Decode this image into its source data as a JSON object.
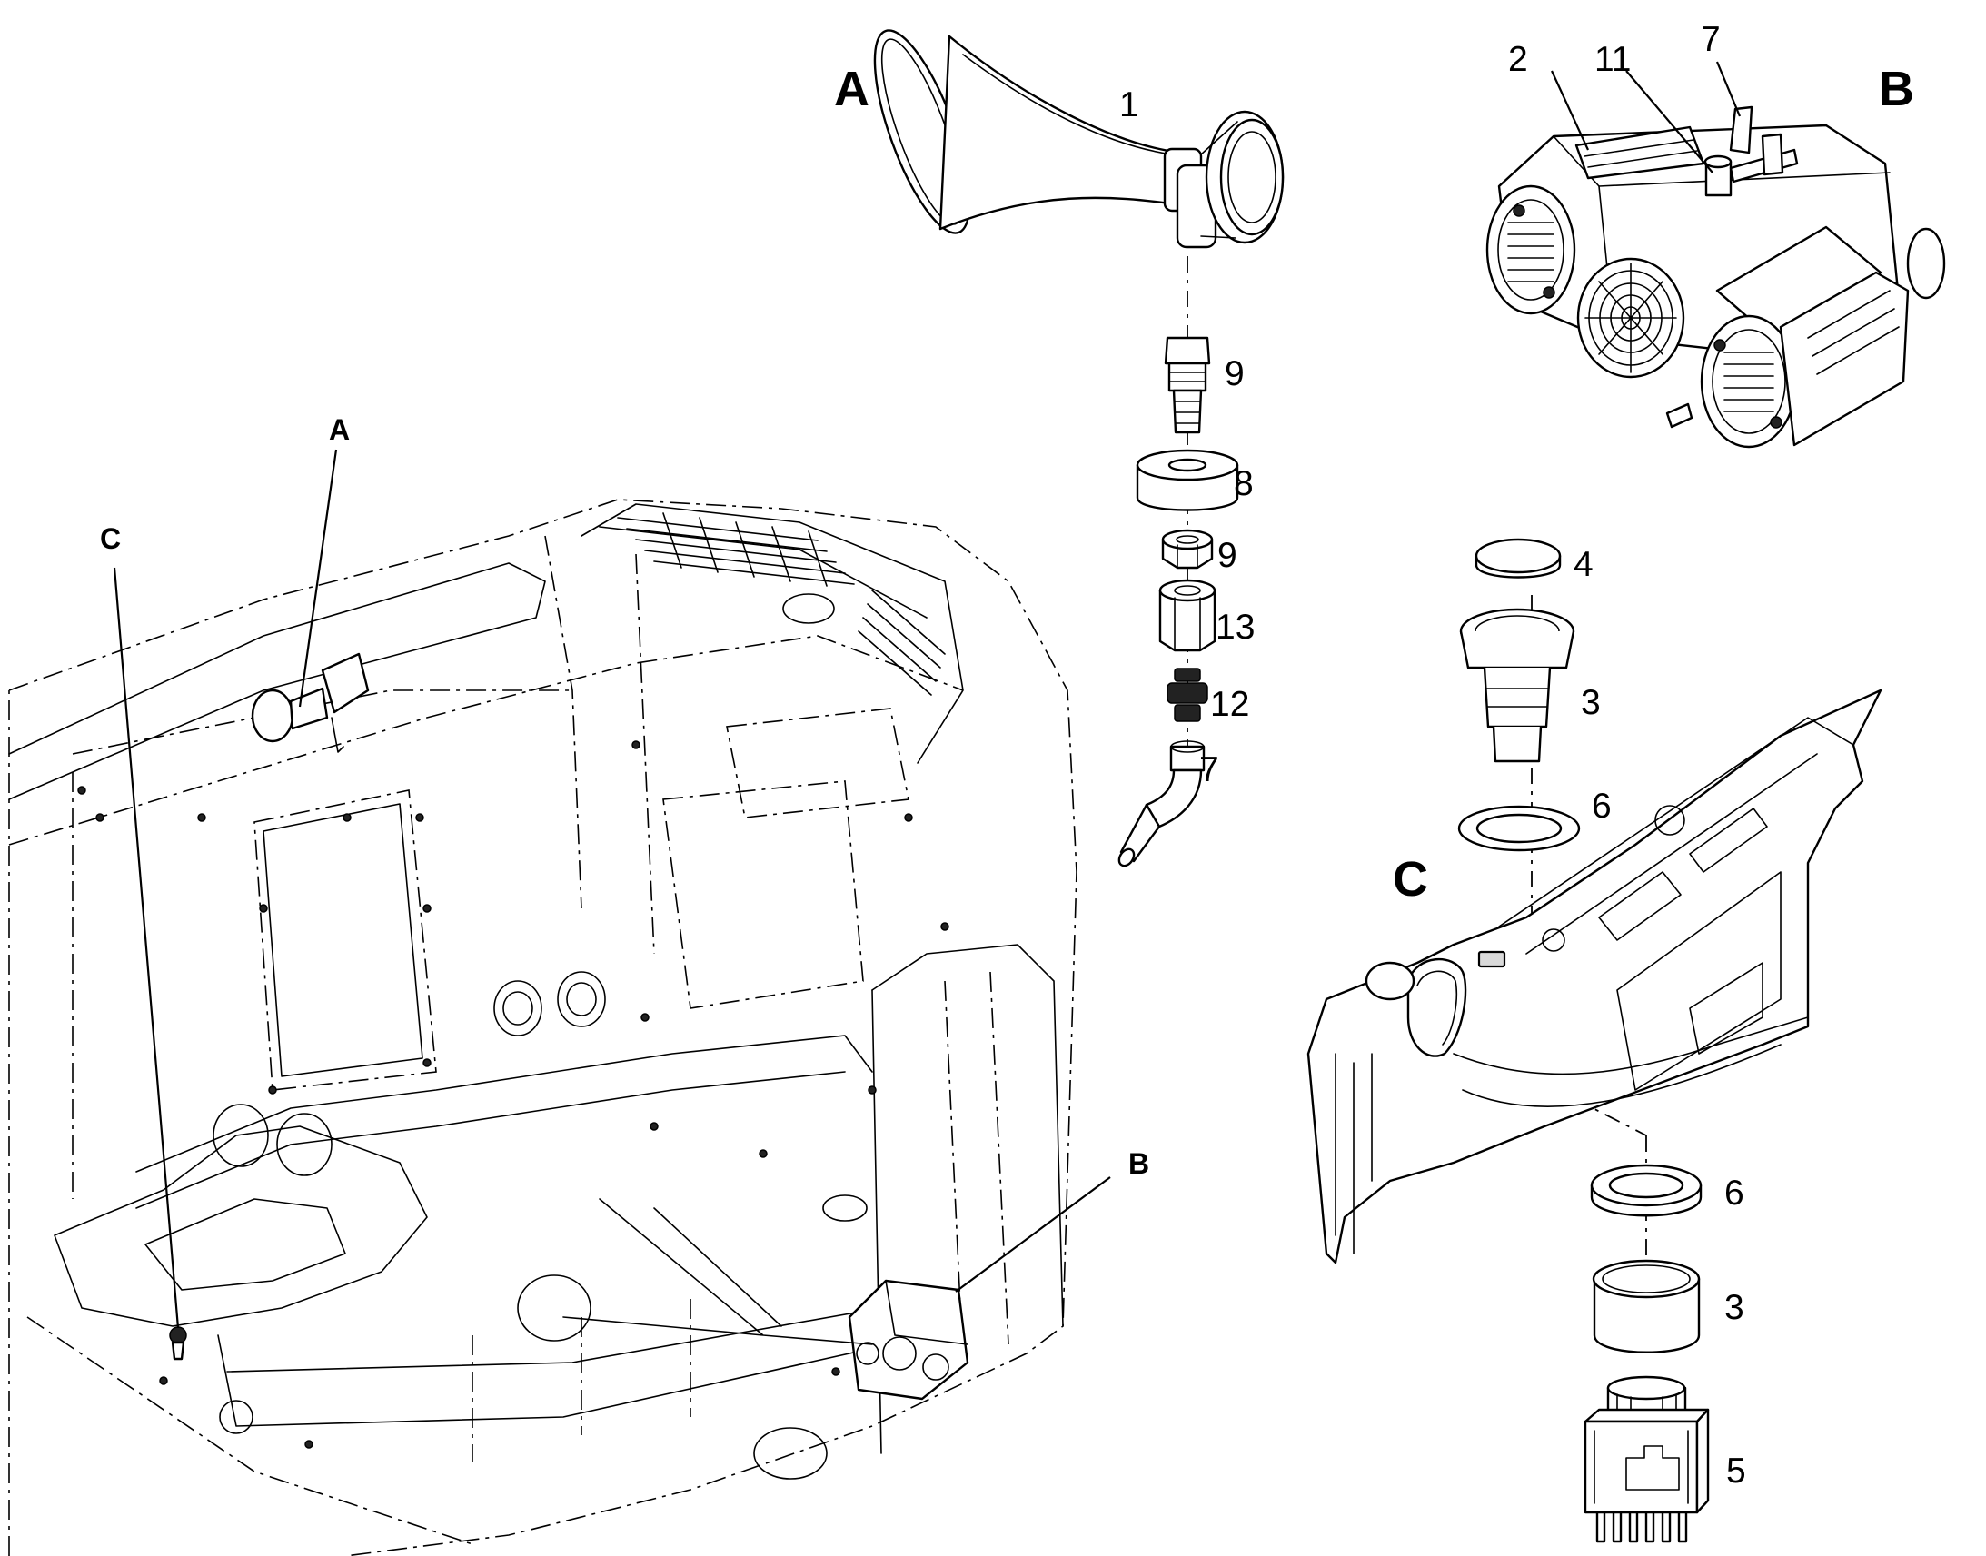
{
  "views": {
    "A": {
      "label": "A"
    },
    "B": {
      "label": "B"
    },
    "C": {
      "label": "C"
    }
  },
  "callouts": {
    "A": "A",
    "B": "B",
    "C": "C"
  },
  "view_a_parts": [
    "1",
    "9",
    "8",
    "9",
    "13",
    "12",
    "7"
  ],
  "view_b_parts": [
    "2",
    "11",
    "7"
  ],
  "view_c_parts": [
    "4",
    "3",
    "6",
    "6",
    "3",
    "5"
  ]
}
